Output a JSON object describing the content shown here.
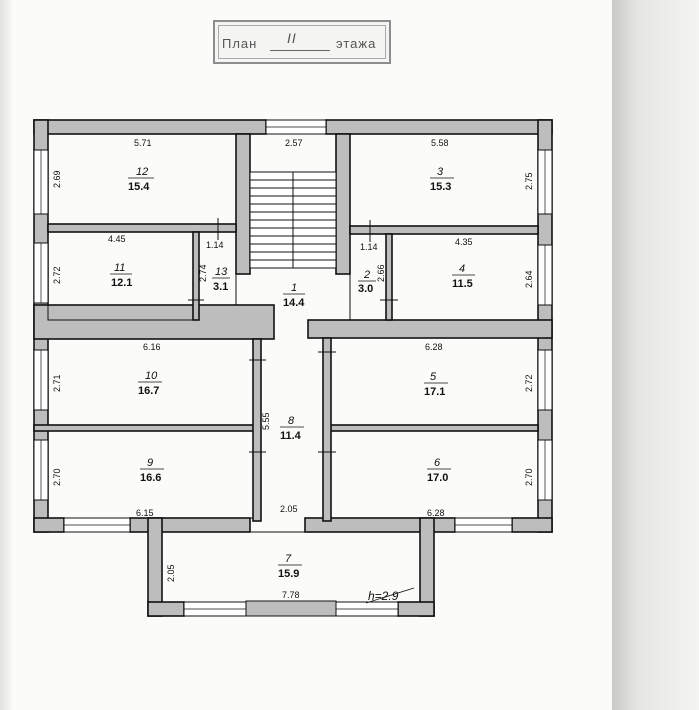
{
  "title": {
    "prefix": "План",
    "floor": "II",
    "suffix": "этажа"
  },
  "height_label": "h=2.9",
  "rooms": [
    {
      "id": "room-12",
      "num": "12",
      "area": "15.4"
    },
    {
      "id": "room-3",
      "num": "3",
      "area": "15.3"
    },
    {
      "id": "room-11",
      "num": "11",
      "area": "12.1"
    },
    {
      "id": "room-13",
      "num": "13",
      "area": "3.1"
    },
    {
      "id": "room-1",
      "num": "1",
      "area": "14.4"
    },
    {
      "id": "room-2",
      "num": "2",
      "area": "3.0"
    },
    {
      "id": "room-4",
      "num": "4",
      "area": "11.5"
    },
    {
      "id": "room-10",
      "num": "10",
      "area": "16.7"
    },
    {
      "id": "room-8",
      "num": "8",
      "area": "11.4"
    },
    {
      "id": "room-5",
      "num": "5",
      "area": "17.1"
    },
    {
      "id": "room-9",
      "num": "9",
      "area": "16.6"
    },
    {
      "id": "room-6",
      "num": "6",
      "area": "17.0"
    },
    {
      "id": "room-7",
      "num": "7",
      "area": "15.9"
    }
  ],
  "dimensions": {
    "d_571": "5.71",
    "d_257": "2.57",
    "d_558": "5.58",
    "d_269": "2.69",
    "d_275_right": "2.75",
    "d_445": "4.45",
    "d_114_left": "1.14",
    "d_114_right": "1.14",
    "d_435": "4.35",
    "d_272_left": "2.72",
    "d_274": "2.74",
    "d_266": "2.66",
    "d_264": "2.64",
    "d_616": "6.16",
    "d_628_top": "6.28",
    "d_271": "2.71",
    "d_555": "5.55",
    "d_272_right": "2.72",
    "d_270_left": "2.70",
    "d_270_right": "2.70",
    "d_615": "6.15",
    "d_205_top": "2.05",
    "d_628_bottom": "6.28",
    "d_205_left": "2.05",
    "d_778": "7.78"
  }
}
